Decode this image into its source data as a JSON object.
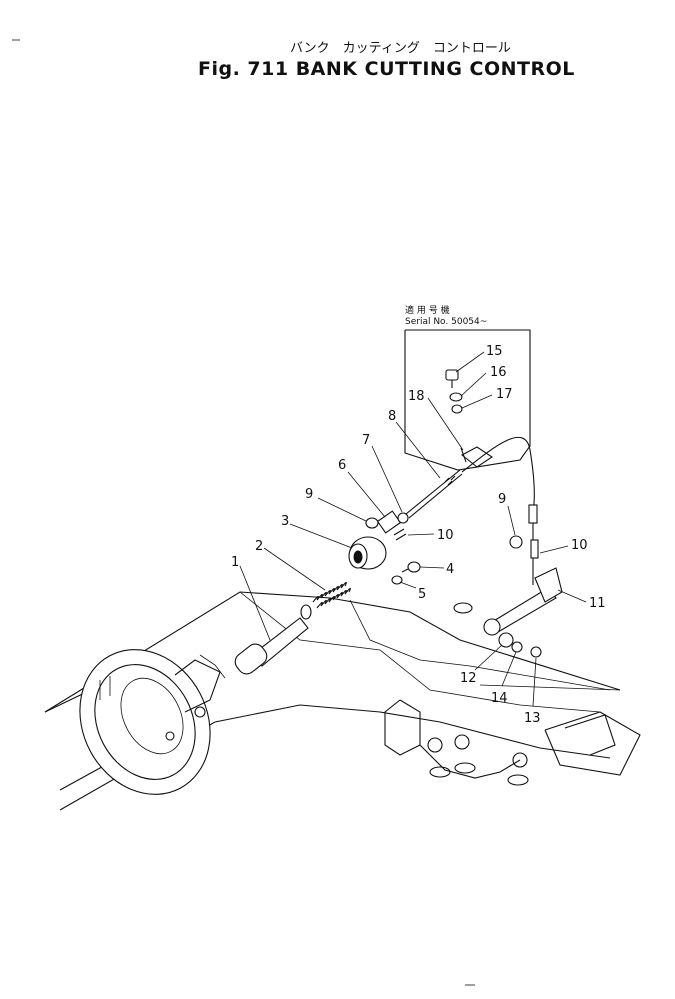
{
  "title_jp": "バンク　カッティング　コントロール",
  "title_en": "Fig. 711  BANK  CUTTING  CONTROL",
  "serial_jp": "適 用 号 機",
  "serial_no": "Serial  No.  50054~",
  "callouts": [
    "1",
    "2",
    "3",
    "4",
    "5",
    "6",
    "7",
    "8",
    "9",
    "10",
    "11",
    "12",
    "13",
    "14",
    "15",
    "16",
    "17",
    "18",
    "9",
    "10"
  ]
}
